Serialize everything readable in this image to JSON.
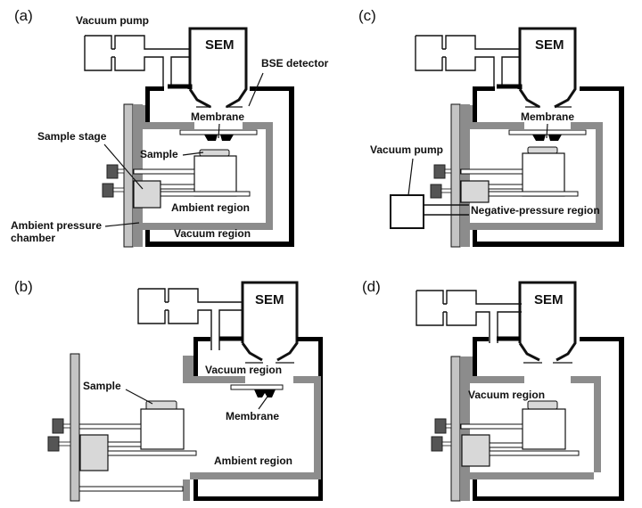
{
  "figure": {
    "colors": {
      "outer_chamber": "#000000",
      "ambient_chamber": "#8c8c8c",
      "stage_plate": "#c4c4c4",
      "sample": "#d8d8d8",
      "knob": "#555555",
      "background": "#ffffff"
    },
    "panels": [
      {
        "id": "a",
        "label": "(a)",
        "sem_label": "SEM",
        "annotations": {
          "vacuum_pump": "Vacuum pump",
          "bse_detector": "BSE detector",
          "membrane": "Membrane",
          "sample_stage": "Sample stage",
          "sample": "Sample",
          "ambient_region": "Ambient region",
          "ambient_chamber_1": "Ambient pressure",
          "ambient_chamber_2": "chamber",
          "vacuum_region": "Vacuum region"
        }
      },
      {
        "id": "b",
        "label": "(b)",
        "sem_label": "SEM",
        "annotations": {
          "vacuum_region": "Vacuum region",
          "sample": "Sample",
          "membrane": "Membrane",
          "ambient_region": "Ambient region"
        }
      },
      {
        "id": "c",
        "label": "(c)",
        "sem_label": "SEM",
        "annotations": {
          "membrane": "Membrane",
          "vacuum_pump": "Vacuum pump",
          "negative_pressure_region": "Negative-pressure region"
        }
      },
      {
        "id": "d",
        "label": "(d)",
        "sem_label": "SEM",
        "annotations": {
          "vacuum_region": "Vacuum region"
        }
      }
    ]
  }
}
